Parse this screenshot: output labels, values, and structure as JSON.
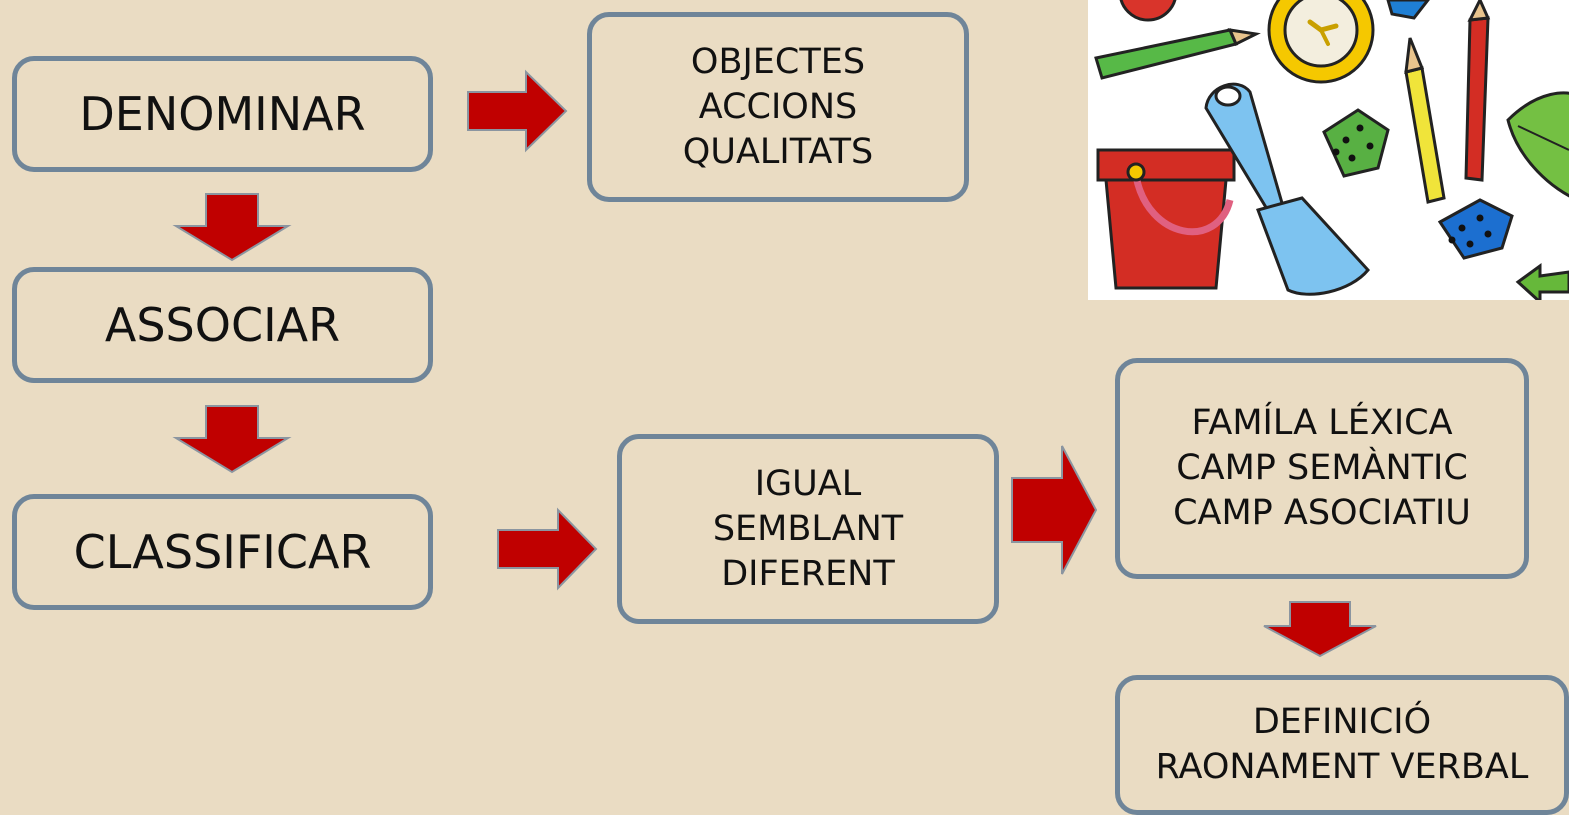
{
  "colors": {
    "background": "#eadcc3",
    "box_border": "#6f8599",
    "arrow_fill": "#c00000",
    "arrow_stroke": "#8b95a0"
  },
  "boxes": {
    "denominar": "DENOMINAR",
    "associar": "ASSOCIAR",
    "classificar": "CLASSIFICAR",
    "objectes": [
      "OBJECTES",
      "ACCIONS",
      "QUALITATS"
    ],
    "igual": [
      "IGUAL",
      "SEMBLANT",
      "DIFERENT"
    ],
    "famila": [
      "FAMÍLA LÉXICA",
      "CAMP SEMÀNTIC",
      "CAMP ASOCIATIU"
    ],
    "definicio": [
      "DEFINICIÓ",
      "RAONAMENT VERBAL"
    ]
  },
  "illustration": {
    "icons": [
      "ball-icon",
      "clock-icon",
      "pencil-icon",
      "shovel-icon",
      "dice-icon",
      "bucket-icon",
      "leaf-icon",
      "arrow-icon"
    ]
  }
}
